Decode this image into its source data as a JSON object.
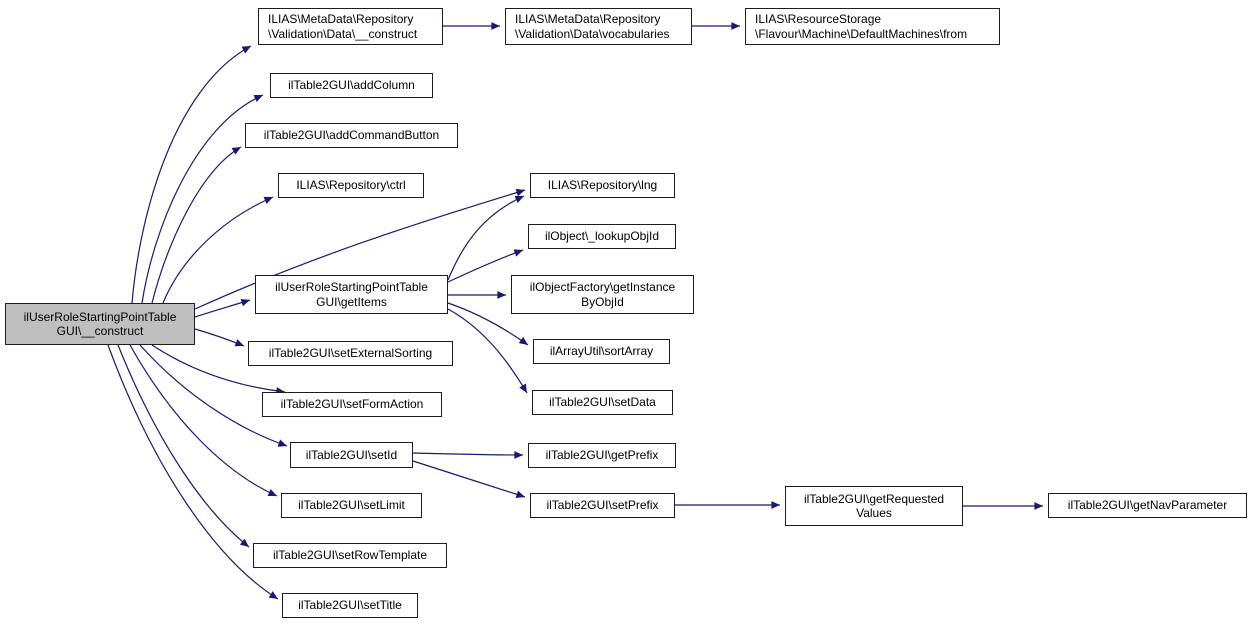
{
  "diagram": {
    "type": "call-graph",
    "edge_color": "#191970",
    "node_border_color": "#1c1c1c",
    "node_fill_color": "#ffffff",
    "root_fill_color": "#bfbfbf",
    "text_color": "#000000"
  },
  "nodes": [
    {
      "id": "root-construct",
      "label": "ilUserRoleStartingPointTableGUI\\__construct",
      "lines": [
        "ilUserRoleStartingPointTable",
        "GUI\\__construct"
      ]
    },
    {
      "id": "metadata-construct",
      "label": "ILIAS\\MetaData\\Repository\\Validation\\Data\\__construct",
      "lines": [
        "ILIAS\\MetaData\\Repository",
        "\\Validation\\Data\\__construct"
      ]
    },
    {
      "id": "metadata-vocabularies",
      "label": "ILIAS\\MetaData\\Repository\\Validation\\Data\\vocabularies",
      "lines": [
        "ILIAS\\MetaData\\Repository",
        "\\Validation\\Data\\vocabularies"
      ]
    },
    {
      "id": "defaultmachines-from",
      "label": "ILIAS\\ResourceStorage\\Flavour\\Machine\\DefaultMachines\\from",
      "lines": [
        "ILIAS\\ResourceStorage",
        "\\Flavour\\Machine\\DefaultMachines\\from"
      ]
    },
    {
      "id": "add-column",
      "label": "ilTable2GUI\\addColumn",
      "lines": [
        "ilTable2GUI\\addColumn"
      ]
    },
    {
      "id": "add-command-button",
      "label": "ilTable2GUI\\addCommandButton",
      "lines": [
        "ilTable2GUI\\addCommandButton"
      ]
    },
    {
      "id": "repository-ctrl",
      "label": "ILIAS\\Repository\\ctrl",
      "lines": [
        "ILIAS\\Repository\\ctrl"
      ]
    },
    {
      "id": "repository-lng",
      "label": "ILIAS\\Repository\\lng",
      "lines": [
        "ILIAS\\Repository\\lng"
      ]
    },
    {
      "id": "lookup-obj-id",
      "label": "ilObject\\_lookupObjId",
      "lines": [
        "ilObject\\_lookupObjId"
      ]
    },
    {
      "id": "get-items",
      "label": "ilUserRoleStartingPointTableGUI\\getItems",
      "lines": [
        "ilUserRoleStartingPointTable",
        "GUI\\getItems"
      ]
    },
    {
      "id": "get-instance-by-obj-id",
      "label": "ilObjectFactory\\getInstanceByObjId",
      "lines": [
        "ilObjectFactory\\getInstance",
        "ByObjId"
      ]
    },
    {
      "id": "sort-array",
      "label": "ilArrayUtil\\sortArray",
      "lines": [
        "ilArrayUtil\\sortArray"
      ]
    },
    {
      "id": "set-external-sorting",
      "label": "ilTable2GUI\\setExternalSorting",
      "lines": [
        "ilTable2GUI\\setExternalSorting"
      ]
    },
    {
      "id": "set-data",
      "label": "ilTable2GUI\\setData",
      "lines": [
        "ilTable2GUI\\setData"
      ]
    },
    {
      "id": "set-form-action",
      "label": "ilTable2GUI\\setFormAction",
      "lines": [
        "ilTable2GUI\\setFormAction"
      ]
    },
    {
      "id": "set-id",
      "label": "ilTable2GUI\\setId",
      "lines": [
        "ilTable2GUI\\setId"
      ]
    },
    {
      "id": "get-prefix",
      "label": "ilTable2GUI\\getPrefix",
      "lines": [
        "ilTable2GUI\\getPrefix"
      ]
    },
    {
      "id": "set-limit",
      "label": "ilTable2GUI\\setLimit",
      "lines": [
        "ilTable2GUI\\setLimit"
      ]
    },
    {
      "id": "set-prefix",
      "label": "ilTable2GUI\\setPrefix",
      "lines": [
        "ilTable2GUI\\setPrefix"
      ]
    },
    {
      "id": "get-requested-values",
      "label": "ilTable2GUI\\getRequestedValues",
      "lines": [
        "ilTable2GUI\\getRequested",
        "Values"
      ]
    },
    {
      "id": "get-nav-parameter",
      "label": "ilTable2GUI\\getNavParameter",
      "lines": [
        "ilTable2GUI\\getNavParameter"
      ]
    },
    {
      "id": "set-row-template",
      "label": "ilTable2GUI\\setRowTemplate",
      "lines": [
        "ilTable2GUI\\setRowTemplate"
      ]
    },
    {
      "id": "set-title",
      "label": "ilTable2GUI\\setTitle",
      "lines": [
        "ilTable2GUI\\setTitle"
      ]
    }
  ],
  "edges": [
    {
      "from": "root-construct",
      "to": "metadata-construct"
    },
    {
      "from": "root-construct",
      "to": "add-column"
    },
    {
      "from": "root-construct",
      "to": "add-command-button"
    },
    {
      "from": "root-construct",
      "to": "repository-ctrl"
    },
    {
      "from": "root-construct",
      "to": "repository-lng"
    },
    {
      "from": "root-construct",
      "to": "get-items"
    },
    {
      "from": "root-construct",
      "to": "set-external-sorting"
    },
    {
      "from": "root-construct",
      "to": "set-form-action"
    },
    {
      "from": "root-construct",
      "to": "set-id"
    },
    {
      "from": "root-construct",
      "to": "set-limit"
    },
    {
      "from": "root-construct",
      "to": "set-row-template"
    },
    {
      "from": "root-construct",
      "to": "set-title"
    },
    {
      "from": "metadata-construct",
      "to": "metadata-vocabularies"
    },
    {
      "from": "metadata-vocabularies",
      "to": "defaultmachines-from"
    },
    {
      "from": "get-items",
      "to": "repository-lng"
    },
    {
      "from": "get-items",
      "to": "lookup-obj-id"
    },
    {
      "from": "get-items",
      "to": "get-instance-by-obj-id"
    },
    {
      "from": "get-items",
      "to": "sort-array"
    },
    {
      "from": "get-items",
      "to": "set-data"
    },
    {
      "from": "set-id",
      "to": "get-prefix"
    },
    {
      "from": "set-id",
      "to": "set-prefix"
    },
    {
      "from": "set-prefix",
      "to": "get-requested-values"
    },
    {
      "from": "get-requested-values",
      "to": "get-nav-parameter"
    }
  ]
}
